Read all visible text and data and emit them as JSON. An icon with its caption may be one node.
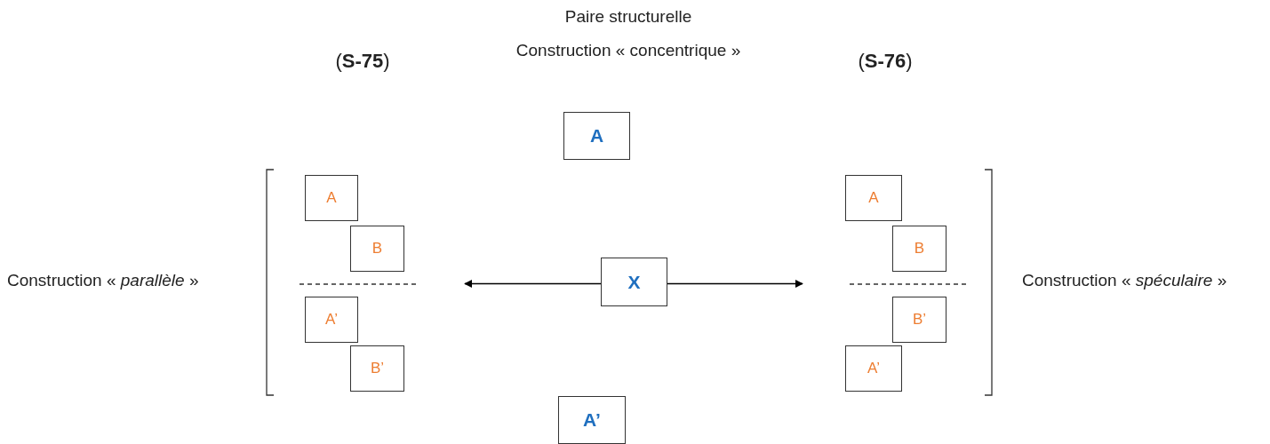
{
  "diagram": {
    "nodes": [
      {
        "text": [
          "A"
        ]
      },
      {
        "text": [
          "A"
        ]
      },
      {
        "text": [
          "B"
        ]
      },
      {
        "text": [
          "A’"
        ]
      },
      {
        "text": [
          "B’"
        ]
      },
      {
        "text": [
          "X"
        ]
      },
      {
        "text": [
          "A"
        ]
      },
      {
        "text": [
          "B"
        ]
      },
      {
        "text": [
          "B’"
        ]
      },
      {
        "text": [
          "A’"
        ]
      },
      {
        "text": [
          "A’"
        ]
      }
    ],
    "edges": [
      {
        "from": 5,
        "to": null,
        "arrow": "to"
      },
      {
        "from": 5,
        "to": null,
        "arrow": "to"
      }
    ],
    "labels": [
      "Paire structurelle",
      "Construction « concentrique »",
      "(**S-75**)",
      "(**S-76**)",
      "Construction « *parallèle* »",
      "Construction « *spéculaire* »"
    ]
  }
}
